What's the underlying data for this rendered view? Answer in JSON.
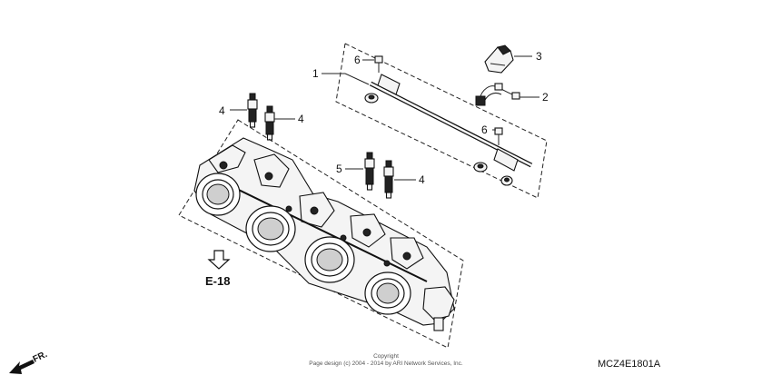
{
  "callouts": {
    "c1": "1",
    "c2": "2",
    "c3": "3",
    "c4a": "4",
    "c4b": "4",
    "c4c": "4",
    "c5": "5",
    "c6a": "6",
    "c6b": "6"
  },
  "reference": {
    "label": "E-18"
  },
  "direction": {
    "label": "FR."
  },
  "diagram_code": "MCZ4E1801A",
  "copyright": {
    "line1": "Copyright",
    "line2": "Page design (c) 2004 - 2014 by ARI Network Services, Inc."
  }
}
